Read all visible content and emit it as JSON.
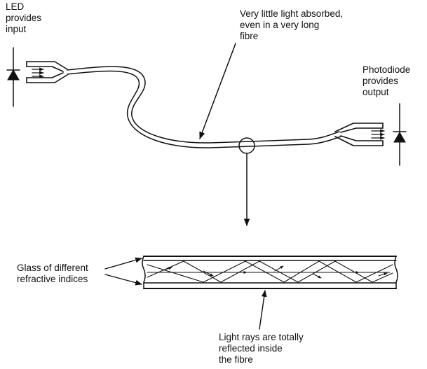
{
  "labels": {
    "led": [
      "LED",
      "provides",
      "input"
    ],
    "absorbed": [
      "Very little light absorbed,",
      "even in a very long",
      "fibre"
    ],
    "photodiode": [
      "Photodiode",
      "provides",
      "output"
    ],
    "glass": [
      "Glass of different",
      "refractive indices"
    ],
    "rays": [
      "Light rays are totally",
      "reflected inside",
      "the fibre"
    ]
  },
  "icons": {
    "led": "led-diode-symbol",
    "photodiode": "photodiode-symbol"
  }
}
